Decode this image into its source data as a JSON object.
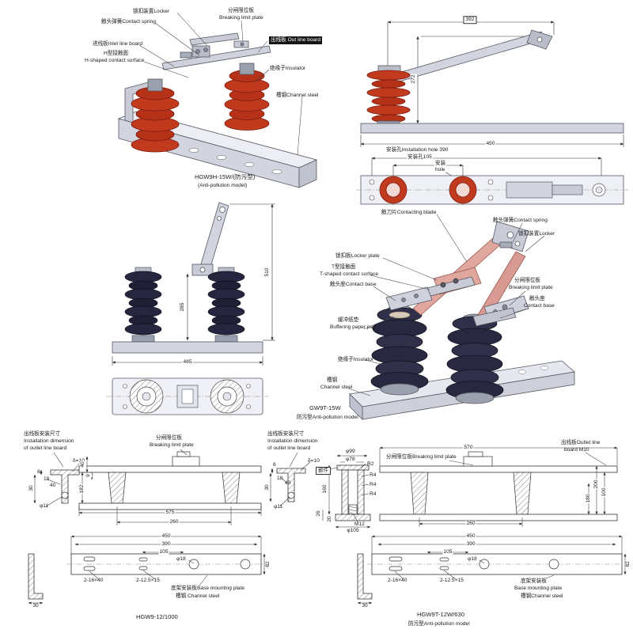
{
  "s1": {
    "locker": "锁扣装置Locker",
    "contact_spring": "触头弹簧Contact spring",
    "breaking_limit_cn": "分闸限位板",
    "breaking_limit_en": "Breaking limit plate",
    "out_line_board": "出线板 Out line board",
    "inlet_line_board": "进线板Inlet line board",
    "h_contact_cn": "H型接触面",
    "h_contact_en": "H-shaped contact surface",
    "insulator": "绝缘子Insulator",
    "channel_steel": "槽钢Channel steel",
    "model": "HGW9H-15W/(防污型)",
    "model_en": "(Anti-pollution model)"
  },
  "s2": {
    "dim_392": "392",
    "dim_272": "272",
    "dim_450": "450",
    "hole_390": "安装孔Installation hole 390",
    "hole_105": "安装孔105",
    "hole_cn": "安装",
    "hole_en": "hole"
  },
  "s3": {
    "dim_510": "510",
    "dim_285": "285",
    "dim_485": "485"
  },
  "s4": {
    "contacting_blade": "触刀片Contacting blade",
    "contact_spring": "触头弹簧Contact spring",
    "locker": "锁扣装置Locker",
    "locker_plate": "锁扣板Locker plate",
    "t_contact_cn": "T型接触面",
    "t_contact_en": "T-shaped contact surface",
    "contact_base1": "触头座Contact base",
    "breaking_limit_cn": "分闸限位板",
    "breaking_limit_en": "Breaking limit plate",
    "contact_base2_cn": "触头座",
    "contact_base2_en": "Contact base",
    "buffer_cn": "缓冲纸垫",
    "buffer_en": "Buffering paper pad",
    "insulator": "绝缘子Insulator",
    "channel_cn": "槽钢",
    "channel_en": "Channel steel",
    "model": "GW9T-15W",
    "model_sub": "防污型Anti-pollution model"
  },
  "s5": {
    "inst_dim_1": "出线板安装尺寸",
    "inst_dim_2": "Installation dimension",
    "inst_dim_3": "of outlet line board",
    "breaking_limit_cn": "分闸限位板",
    "breaking_limit_en": "Breaking limit plate",
    "delta": "δ=10",
    "dim_8": "8",
    "dim_18": "18",
    "dim_40b": "40",
    "dim_30": "30",
    "phi_11": "φ11",
    "dim_40": "40",
    "dim_9": "9",
    "dim_182": "182",
    "dim_575": "575",
    "dim_260": "260",
    "dim_450": "450",
    "dim_390": "390",
    "dim_105": "105",
    "phi_18": "φ18",
    "dim_82": "82",
    "dim_30_base": "30",
    "slot_1": "2-16×40",
    "slot_2": "2-12.5×15",
    "base_plate": "底架安装板Base mounting plate",
    "channel": "槽钢 Channel steel",
    "model": "HGW9-12/1000"
  },
  "s6": {
    "inst_dim_1": "出线板安装尺寸",
    "inst_dim_2": "Installation dimension",
    "inst_dim_3": "of outlet line board",
    "dim_570": "570",
    "breaking_limit": "分闸限位板Breaking limit plate",
    "outlet_1": "出线板Outlet line",
    "outlet_2": "board M10",
    "dim_6": "6",
    "dim_18": "18",
    "dim_40": "40",
    "dim_30": "30",
    "phi_11": "φ11",
    "delta": "δ=10",
    "phi_99": "φ99",
    "phi_78": "φ78",
    "insert": "嵌件",
    "r2": "R2",
    "r4a": "R4",
    "r4b": "R4",
    "r4c": "R4",
    "dim_160": "160",
    "dim_26": "26",
    "dim_20": "20",
    "m12": "M12",
    "phi_105": "φ105",
    "dim_200": "200",
    "dim_100": "100",
    "dim_180": "180",
    "dim_260": "260",
    "dim_450": "450",
    "dim_390": "390",
    "dim_105": "105",
    "phi_18": "φ18",
    "dim_82": "82",
    "dim_30_base": "30",
    "slot_1": "2-16×40",
    "slot_2": "2-12.5×15",
    "base_plate_cn": "底架安装板",
    "base_plate_en": "Base mounting plate",
    "channel": "槽钢Channel steel",
    "model": "HGW9T-12W/630",
    "model_sub": "防污型Anti-pollution model"
  }
}
